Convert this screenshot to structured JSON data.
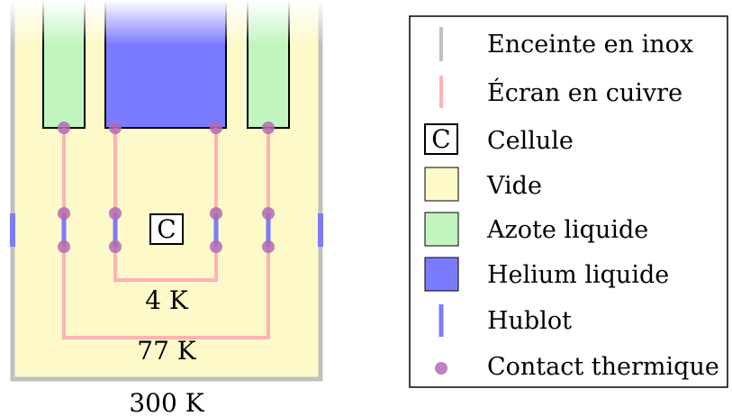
{
  "temperatures": {
    "inner": "4 K",
    "middle": "77 K",
    "outer": "300 K"
  },
  "cell_symbol": "C",
  "colors": {
    "steel": "#c0c0c0",
    "copper": "#ffb3b3",
    "vacuum": "#fdf9c8",
    "nitrogen": "#c0f5c0",
    "helium": "#7b7bff",
    "window": "#7b7bff",
    "contact": "#b36ab3"
  },
  "legend": {
    "items": [
      {
        "symbol": "grey-line",
        "label": "Enceinte en inox"
      },
      {
        "symbol": "pink-line",
        "label": "Écran en cuivre"
      },
      {
        "symbol": "cell-box",
        "label": "Cellule"
      },
      {
        "symbol": "yellow-box",
        "label": "Vide"
      },
      {
        "symbol": "green-box",
        "label": "Azote liquide"
      },
      {
        "symbol": "blue-box",
        "label": "Helium liquide"
      },
      {
        "symbol": "blue-line",
        "label": "Hublot"
      },
      {
        "symbol": "purple-dot",
        "label": "Contact thermique"
      }
    ]
  }
}
